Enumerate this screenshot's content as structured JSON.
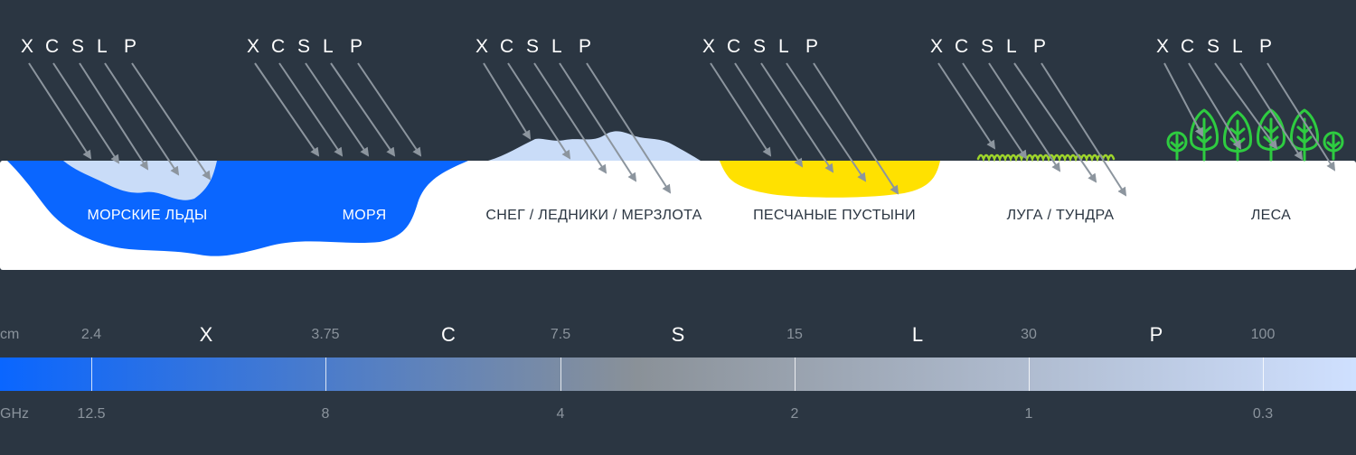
{
  "band_sets": [
    {
      "letters": [
        "X",
        "C",
        "S",
        "L",
        "P"
      ]
    },
    {
      "letters": [
        "X",
        "C",
        "S",
        "L",
        "P"
      ]
    },
    {
      "letters": [
        "X",
        "C",
        "S",
        "L",
        "P"
      ]
    },
    {
      "letters": [
        "X",
        "C",
        "S",
        "L",
        "P"
      ]
    },
    {
      "letters": [
        "X",
        "C",
        "S",
        "L",
        "P"
      ]
    },
    {
      "letters": [
        "X",
        "C",
        "S",
        "L",
        "P"
      ]
    }
  ],
  "surfaces": [
    {
      "label": "МОРСКИЕ ЛЬДЫ"
    },
    {
      "label": "МОРЯ"
    },
    {
      "label": "СНЕГ / ЛЕДНИКИ / МЕРЗЛОТА"
    },
    {
      "label": "ПЕСЧАНЫЕ ПУСТЫНИ"
    },
    {
      "label": "ЛУГА / ТУНДРА"
    },
    {
      "label": "ЛЕСА"
    }
  ],
  "scale": {
    "cm_unit": "cm",
    "ghz_unit": "GHz",
    "cm_values": [
      "2.4",
      "3.75",
      "7.5",
      "15",
      "30",
      "100"
    ],
    "ghz_values": [
      "12.5",
      "8",
      "4",
      "2",
      "1",
      "0.3"
    ],
    "bands": [
      "X",
      "C",
      "S",
      "L",
      "P"
    ]
  },
  "colors": {
    "background": "#2b3642",
    "water": "#0a66ff",
    "ice": "#c9dcf8",
    "sand": "#ffe100",
    "vegetation": "#2ecc40",
    "grass": "#9fd62b",
    "arrow": "#8c959e",
    "ground": "#ffffff",
    "scale_start": "#0a66ff",
    "scale_mid": "#8a9198",
    "scale_end": "#cfe0ff"
  }
}
